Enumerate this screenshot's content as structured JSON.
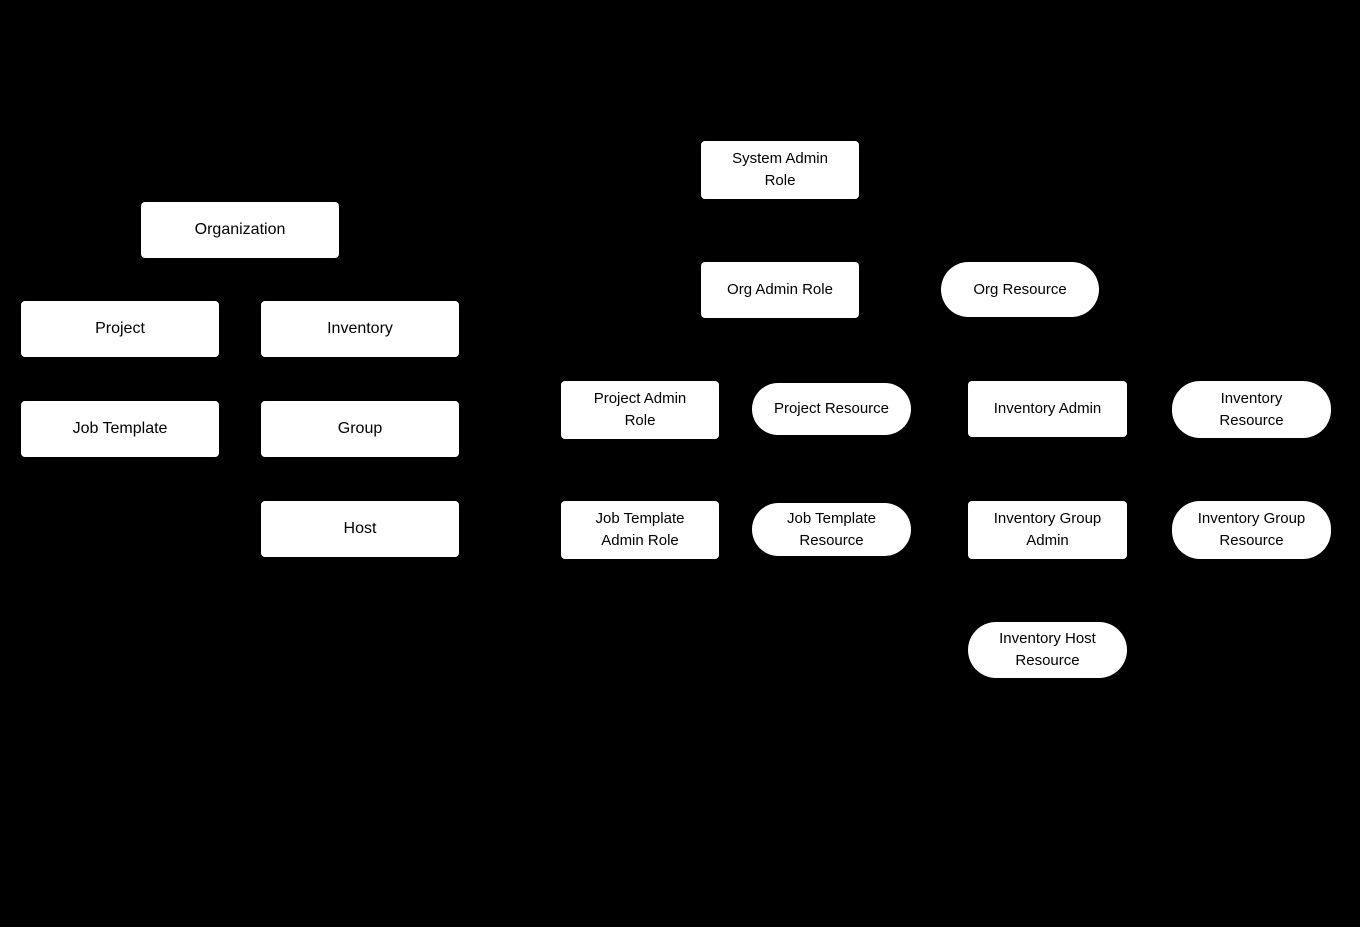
{
  "diagram": {
    "kind": "rbac-hierarchy-diagram",
    "colors": {
      "background": "#000000",
      "node_fill": "#ffffff",
      "node_text": "#000000"
    }
  },
  "nodes": [
    {
      "label": "Organization",
      "shape": "rect"
    },
    {
      "label": "Project",
      "shape": "rect"
    },
    {
      "label": "Inventory",
      "shape": "rect"
    },
    {
      "label": "Job Template",
      "shape": "rect"
    },
    {
      "label": "Group",
      "shape": "rect"
    },
    {
      "label": "Host",
      "shape": "rect"
    },
    {
      "label": "System Admin\nRole",
      "shape": "rect"
    },
    {
      "label": "Org Admin Role",
      "shape": "rect"
    },
    {
      "label": "Org Resource",
      "shape": "pill"
    },
    {
      "label": "Project Admin\nRole",
      "shape": "rect"
    },
    {
      "label": "Project Resource",
      "shape": "pill"
    },
    {
      "label": "Inventory Admin",
      "shape": "rect"
    },
    {
      "label": "Inventory\nResource",
      "shape": "pill"
    },
    {
      "label": "Job Template\nAdmin Role",
      "shape": "rect"
    },
    {
      "label": "Job Template\nResource",
      "shape": "pill"
    },
    {
      "label": "Inventory Group\nAdmin",
      "shape": "rect"
    },
    {
      "label": "Inventory Group\nResource",
      "shape": "pill"
    },
    {
      "label": "Inventory Host\nResource",
      "shape": "pill"
    }
  ]
}
